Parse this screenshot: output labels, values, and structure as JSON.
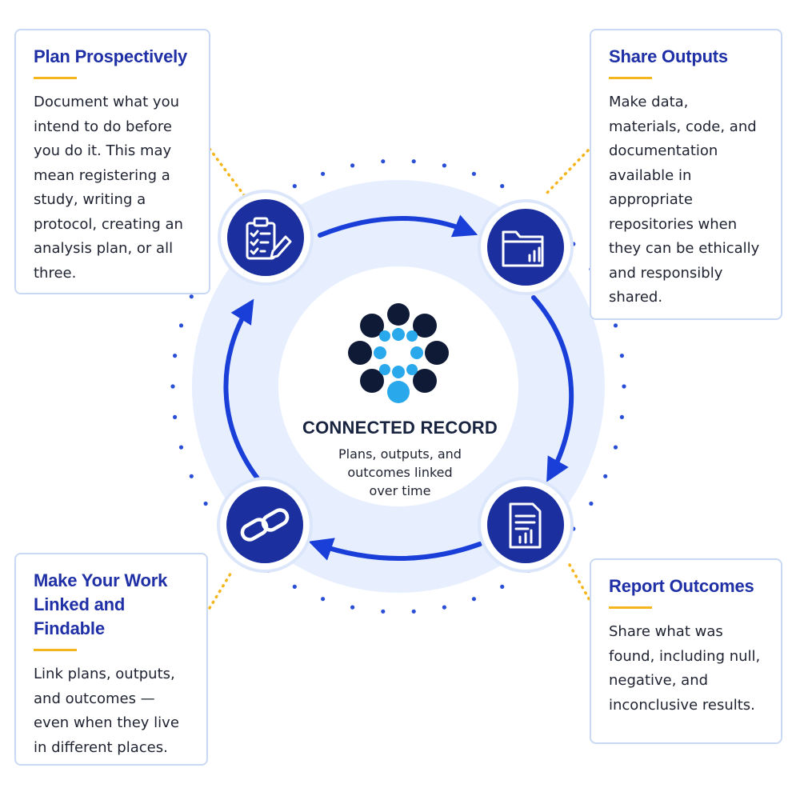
{
  "colors": {
    "brand_blue": "#1f2fa6",
    "arrow_blue": "#1a3fd8",
    "node_fill": "#1b2f9e",
    "dot_blue": "#2a4fd6",
    "connector_gold": "#f5b51d",
    "halo": "#e7efff",
    "logo_dark": "#0f1a36",
    "logo_light": "#29a8ec"
  },
  "center": {
    "title": "CONNECTED RECORD",
    "subtitle": "Plans, outputs, and outcomes linked over time"
  },
  "cards": {
    "plan": {
      "title": "Plan Prospectively",
      "body": "Document what you intend to do before you do it. This may mean registering a study, writing a protocol, creating an analysis plan, or all three."
    },
    "share": {
      "title": "Share Outputs",
      "body": "Make data, materials, code, and documentation available in appropriate repositories when they can be ethically and responsibly shared."
    },
    "linked": {
      "title": "Make Your Work Linked and Findable",
      "body": "Link plans, outputs, and outcomes — even when they live in different places."
    },
    "report": {
      "title": "Report Outcomes",
      "body": "Share what was found, including null, negative, and inconclusive results."
    }
  },
  "nodes": [
    {
      "key": "plan",
      "icon": "clipboard-checklist-icon"
    },
    {
      "key": "share",
      "icon": "folder-chart-icon"
    },
    {
      "key": "report",
      "icon": "report-document-icon"
    },
    {
      "key": "linked",
      "icon": "chain-link-icon"
    }
  ]
}
